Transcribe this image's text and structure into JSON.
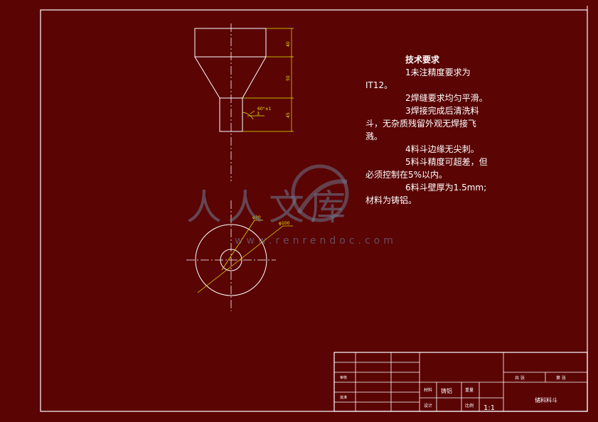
{
  "technical_requirements": {
    "title": "技术要求",
    "items": [
      "1未注精度要求为IT12。",
      "2焊缝要求均匀平滑。",
      "3焊接完成后清洗料斗，无杂质残留外观无焊接飞溅。",
      "4料斗边缘无尖刺。",
      "5料斗精度可超差，但必须控制在5%以内。",
      "6料斗壁厚为1.5mm;材料为铸铝。"
    ]
  },
  "dimensions": {
    "height_top": "40",
    "height_mid": "50",
    "height_bottom": "45",
    "angle": "60°±1",
    "chamfer": "3",
    "dia_inner": "φ30",
    "dia_outer": "φ100"
  },
  "title_block": {
    "designer_label": "设计",
    "checker_label": "审核",
    "approver_label": "批准",
    "material_label": "材料",
    "material_value": "铸铝",
    "weight_label": "重量",
    "scale_label": "比例",
    "scale_value": "1:1",
    "quantity_label": "共 张",
    "sheet_label": "第 张",
    "part_name": "储料料斗"
  },
  "watermark": {
    "text": "人人文库",
    "url": "www.renrendoc.com"
  },
  "colors": {
    "background": "#5a0404",
    "outline": "#ffffff",
    "dimension": "#e8e800"
  }
}
